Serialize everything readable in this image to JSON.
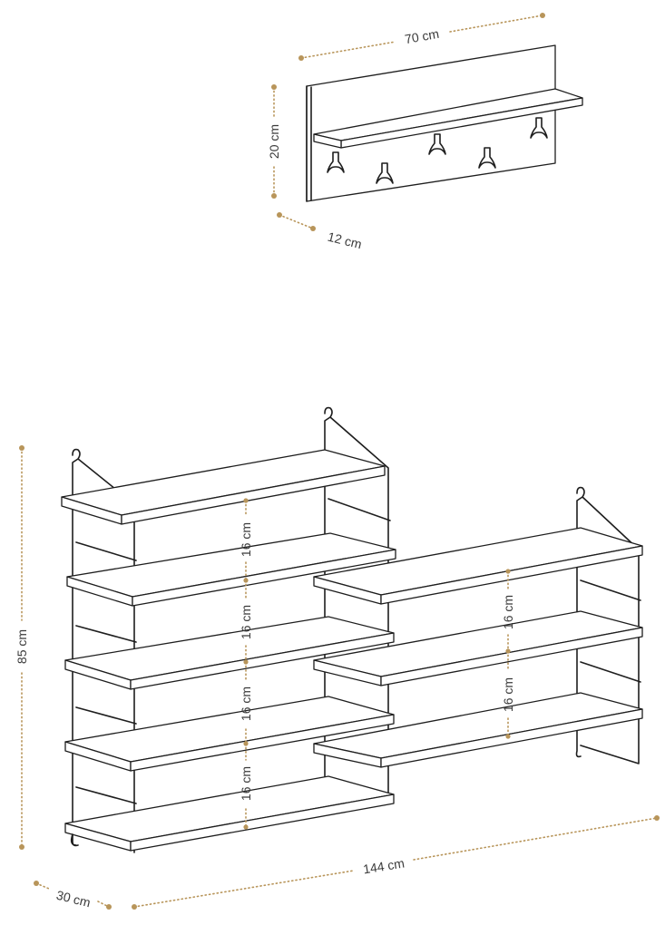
{
  "dimensions": {
    "coat_rack_width": "70 cm",
    "coat_rack_height": "20 cm",
    "coat_rack_depth": "12 cm",
    "shelf_gap_left_1": "16 cm",
    "shelf_gap_left_2": "16 cm",
    "shelf_gap_left_3": "16 cm",
    "shelf_gap_left_4": "16 cm",
    "shelf_gap_right_1": "16 cm",
    "shelf_gap_right_2": "16 cm",
    "total_height": "85 cm",
    "total_width": "144 cm",
    "total_depth": "30 cm"
  },
  "colors": {
    "dimension_line": "#b8955a",
    "outline": "#1e1e1e",
    "background": "#ffffff"
  }
}
